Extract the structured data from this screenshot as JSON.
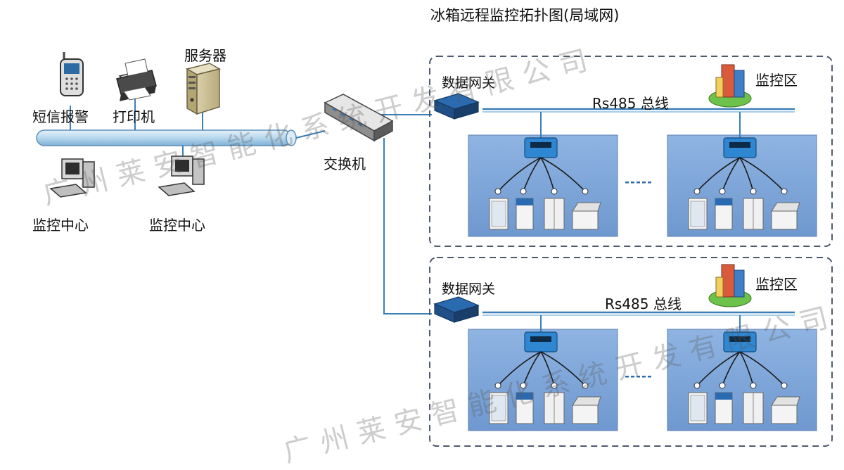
{
  "title": "冰箱远程监控拓扑图(局域网)",
  "nodes": {
    "sms_alarm": "短信报警",
    "printer": "打印机",
    "server": "服务器",
    "switch": "交换机",
    "monitor_center_1": "监控中心",
    "monitor_center_2": "监控中心"
  },
  "zones": [
    {
      "gateway": "数据网关",
      "bus": "Rs485 总线",
      "area": "监控区",
      "ellipsis": "·····"
    },
    {
      "gateway": "数据网关",
      "bus": "Rs485 总线",
      "area": "监控区",
      "ellipsis": "·····"
    }
  ],
  "watermark": "广州莱安智能化系统开发有限公司",
  "colors": {
    "network_pipe": "#b8d8ee",
    "link": "#3a7fb8",
    "zone_panel": "#7aa4d8",
    "zone_border": "#4d5a6e"
  }
}
